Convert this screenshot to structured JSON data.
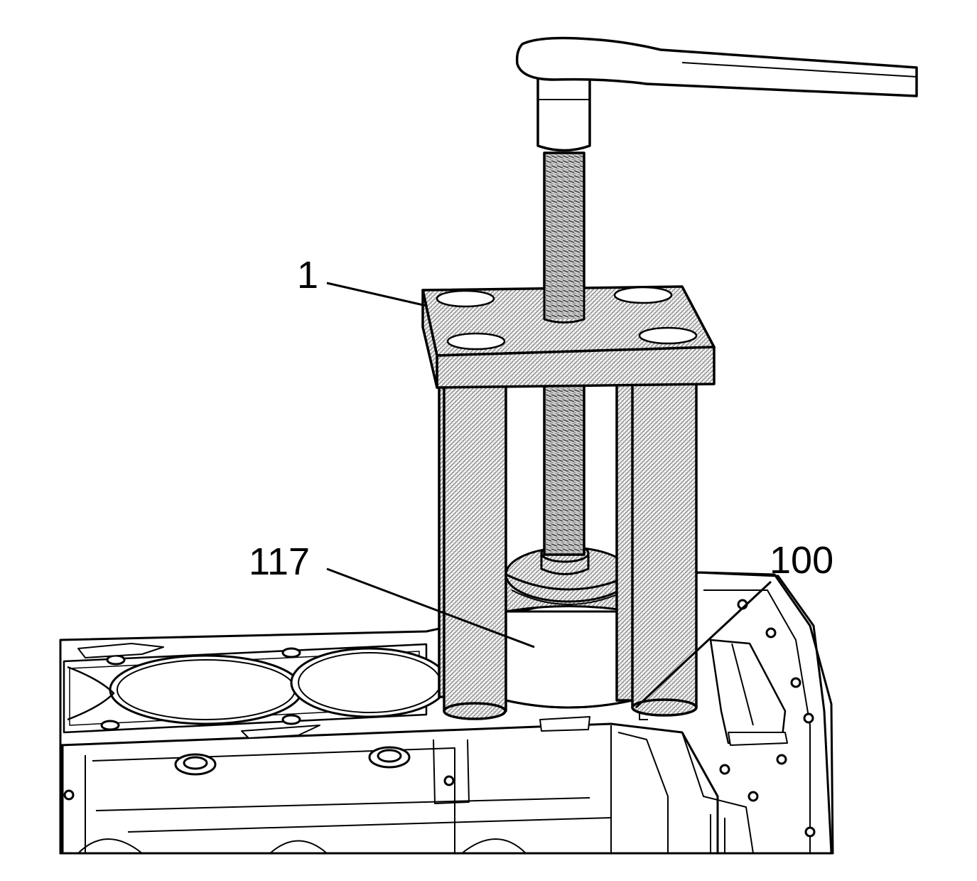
{
  "diagram": {
    "callouts": [
      {
        "id": "c1",
        "text": "1"
      },
      {
        "id": "c117",
        "text": "117"
      },
      {
        "id": "c100",
        "text": "100"
      }
    ],
    "colors": {
      "line": "#000000",
      "fill": "#ffffff",
      "hatch": "#b9b9b9"
    }
  }
}
